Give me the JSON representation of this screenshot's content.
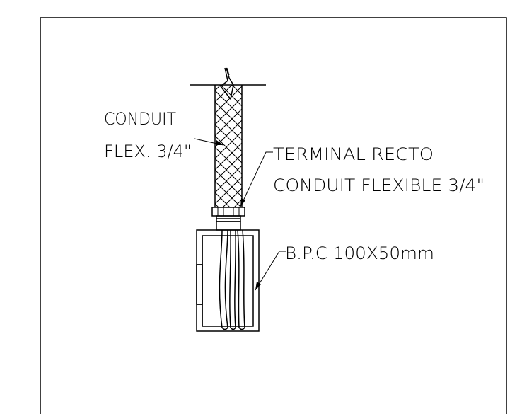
{
  "labels": {
    "conduit_line1": "CONDUIT",
    "conduit_line2": "FLEX. 3/4\"",
    "terminal_line1": "TERMINAL RECTO",
    "terminal_line2": "CONDUIT FLEXIBLE 3/4\"",
    "box": "B.P.C 100X50mm"
  }
}
